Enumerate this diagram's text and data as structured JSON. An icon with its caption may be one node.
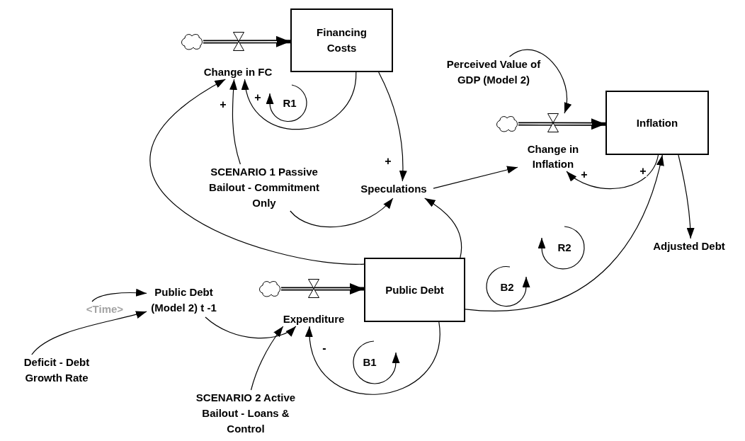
{
  "diagram": {
    "nodes": [
      {
        "text": [
          "Financing Costs"
        ]
      },
      {
        "text": [],
        "shape": "cloud"
      },
      {
        "text": [
          "Change in FC"
        ]
      },
      {
        "text": [
          "Perceived Value of GDP (Model 2)"
        ]
      },
      {
        "text": [],
        "shape": "cloud"
      },
      {
        "text": [
          "Inflation"
        ]
      },
      {
        "text": [
          "Change in Inflation"
        ]
      },
      {
        "text": [
          "SCENARIO 1 Passive Bailout - Commitment Only"
        ]
      },
      {
        "text": [
          "Speculations"
        ]
      },
      {
        "text": [],
        "shape": "cloud"
      },
      {
        "text": [
          "Public Debt"
        ]
      },
      {
        "text": [
          "Public Debt (Model 2) t -1"
        ]
      },
      {
        "text": [
          "<Time>"
        ]
      },
      {
        "text": [
          "Expenditure"
        ]
      },
      {
        "text": [
          "Adjusted Debt"
        ]
      },
      {
        "text": [
          "Deficit - Debt Growth Rate"
        ]
      },
      {
        "text": [
          "SCENARIO 2 Active Bailout - Loans & Control"
        ]
      }
    ],
    "edges": [
      {
        "from": 1,
        "to": 0,
        "arrow": "to",
        "style": "thick"
      },
      {
        "from": 0,
        "to": 2,
        "arrow": "to",
        "label": "+"
      },
      {
        "from": 7,
        "to": 2,
        "arrow": "to",
        "label": "+"
      },
      {
        "from": 10,
        "to": 2,
        "arrow": "to"
      },
      {
        "from": 0,
        "to": 8,
        "arrow": "to",
        "label": "+"
      },
      {
        "from": 7,
        "to": 8,
        "arrow": "to"
      },
      {
        "from": 8,
        "to": 6,
        "arrow": "to"
      },
      {
        "from": 10,
        "to": 8,
        "arrow": "to"
      },
      {
        "from": 3,
        "to": 6,
        "arrow": "to"
      },
      {
        "from": 4,
        "to": 5,
        "arrow": "to",
        "style": "thick"
      },
      {
        "from": 5,
        "to": 6,
        "arrow": "to",
        "label": "+"
      },
      {
        "from": 10,
        "to": 5,
        "arrow": "to",
        "label": "+"
      },
      {
        "from": 5,
        "to": 14,
        "arrow": "to"
      },
      {
        "from": 9,
        "to": 10,
        "arrow": "to",
        "style": "thick"
      },
      {
        "from": 10,
        "to": 13,
        "arrow": "to",
        "label": "-"
      },
      {
        "from": 11,
        "to": 13,
        "arrow": "to"
      },
      {
        "from": 16,
        "to": 13,
        "arrow": "to"
      },
      {
        "from": 12,
        "to": 11,
        "arrow": "to"
      },
      {
        "from": 15,
        "to": 11,
        "arrow": "to"
      }
    ],
    "labels": [
      "R1",
      "R2",
      "B2",
      "B1"
    ]
  }
}
